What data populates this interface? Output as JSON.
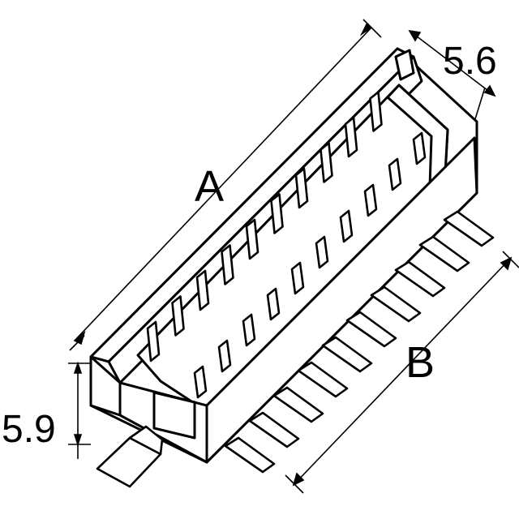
{
  "dimensions": {
    "length": "A",
    "pitch_span": "B",
    "width": "5.6",
    "height": "5.9"
  },
  "pin_rows": {
    "back_row_pins": 10,
    "front_row_pins": 10,
    "smt_leads": 10
  },
  "colors": {
    "line": "#000000",
    "fill": "#ffffff"
  }
}
